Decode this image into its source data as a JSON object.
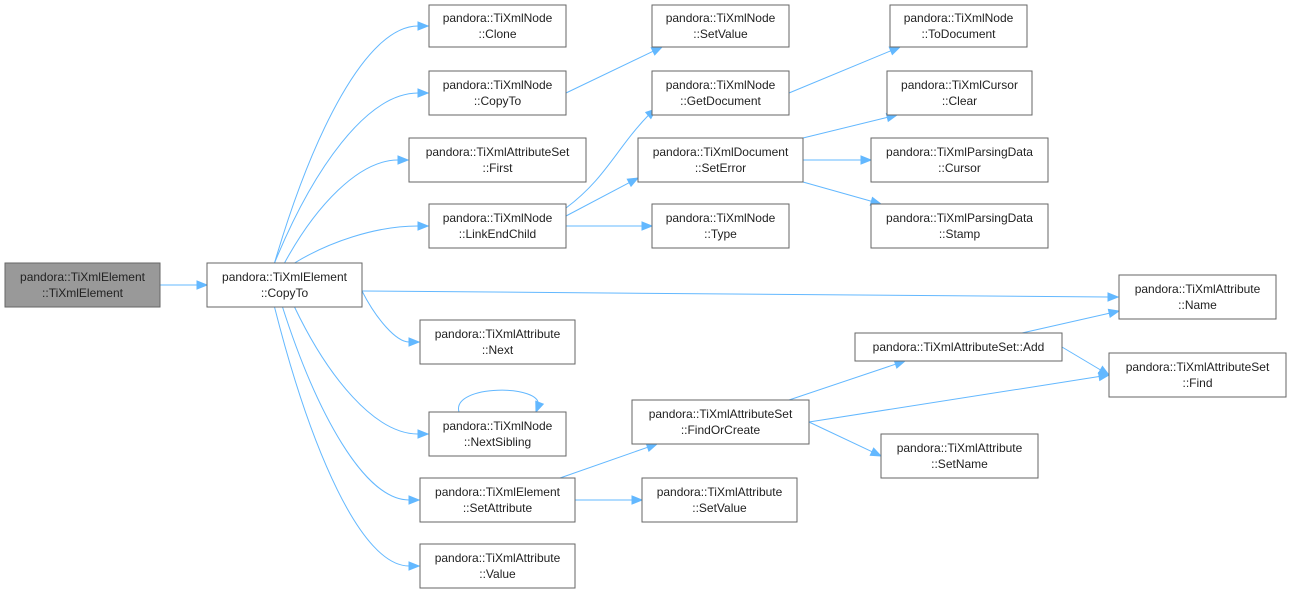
{
  "colors": {
    "edge": "#63b8ff",
    "node_border": "#666666",
    "root_fill": "#999999",
    "node_fill": "#ffffff"
  },
  "nodes": [
    {
      "id": "root",
      "lines": [
        "pandora::TiXmlElement",
        "::TiXmlElement"
      ],
      "root": true
    },
    {
      "id": "copyto_main",
      "lines": [
        "pandora::TiXmlElement",
        "::CopyTo"
      ]
    },
    {
      "id": "node_clone",
      "lines": [
        "pandora::TiXmlNode",
        "::Clone"
      ]
    },
    {
      "id": "node_copyto",
      "lines": [
        "pandora::TiXmlNode",
        "::CopyTo"
      ]
    },
    {
      "id": "attrset_first",
      "lines": [
        "pandora::TiXmlAttributeSet",
        "::First"
      ]
    },
    {
      "id": "node_linkendchild",
      "lines": [
        "pandora::TiXmlNode",
        "::LinkEndChild"
      ]
    },
    {
      "id": "attr_next",
      "lines": [
        "pandora::TiXmlAttribute",
        "::Next"
      ]
    },
    {
      "id": "node_nextsibling",
      "lines": [
        "pandora::TiXmlNode",
        "::NextSibling"
      ]
    },
    {
      "id": "elem_setattribute",
      "lines": [
        "pandora::TiXmlElement",
        "::SetAttribute"
      ]
    },
    {
      "id": "attr_value",
      "lines": [
        "pandora::TiXmlAttribute",
        "::Value"
      ]
    },
    {
      "id": "node_setvalue",
      "lines": [
        "pandora::TiXmlNode",
        "::SetValue"
      ]
    },
    {
      "id": "node_getdocument",
      "lines": [
        "pandora::TiXmlNode",
        "::GetDocument"
      ]
    },
    {
      "id": "doc_seterror",
      "lines": [
        "pandora::TiXmlDocument",
        "::SetError"
      ]
    },
    {
      "id": "node_type",
      "lines": [
        "pandora::TiXmlNode",
        "::Type"
      ]
    },
    {
      "id": "attrset_findorcreate",
      "lines": [
        "pandora::TiXmlAttributeSet",
        "::FindOrCreate"
      ]
    },
    {
      "id": "attr_setvalue",
      "lines": [
        "pandora::TiXmlAttribute",
        "::SetValue"
      ]
    },
    {
      "id": "node_todocument",
      "lines": [
        "pandora::TiXmlNode",
        "::ToDocument"
      ]
    },
    {
      "id": "cursor_clear",
      "lines": [
        "pandora::TiXmlCursor",
        "::Clear"
      ]
    },
    {
      "id": "parsing_cursor",
      "lines": [
        "pandora::TiXmlParsingData",
        "::Cursor"
      ]
    },
    {
      "id": "parsing_stamp",
      "lines": [
        "pandora::TiXmlParsingData",
        "::Stamp"
      ]
    },
    {
      "id": "attr_name",
      "lines": [
        "pandora::TiXmlAttribute",
        "::Name"
      ]
    },
    {
      "id": "attrset_add",
      "lines": [
        "pandora::TiXmlAttributeSet::Add"
      ]
    },
    {
      "id": "attrset_find",
      "lines": [
        "pandora::TiXmlAttributeSet",
        "::Find"
      ]
    },
    {
      "id": "attr_setname",
      "lines": [
        "pandora::TiXmlAttribute",
        "::SetName"
      ]
    }
  ],
  "edges": [
    {
      "from": "root",
      "to": "copyto_main"
    },
    {
      "from": "copyto_main",
      "to": "node_clone"
    },
    {
      "from": "copyto_main",
      "to": "node_copyto"
    },
    {
      "from": "copyto_main",
      "to": "attrset_first"
    },
    {
      "from": "copyto_main",
      "to": "node_linkendchild"
    },
    {
      "from": "copyto_main",
      "to": "attr_name"
    },
    {
      "from": "copyto_main",
      "to": "attr_next"
    },
    {
      "from": "copyto_main",
      "to": "node_nextsibling"
    },
    {
      "from": "copyto_main",
      "to": "elem_setattribute"
    },
    {
      "from": "copyto_main",
      "to": "attr_value"
    },
    {
      "from": "node_copyto",
      "to": "node_setvalue"
    },
    {
      "from": "node_linkendchild",
      "to": "node_getdocument"
    },
    {
      "from": "node_linkendchild",
      "to": "doc_seterror"
    },
    {
      "from": "node_linkendchild",
      "to": "node_type"
    },
    {
      "from": "node_getdocument",
      "to": "node_todocument"
    },
    {
      "from": "doc_seterror",
      "to": "cursor_clear"
    },
    {
      "from": "doc_seterror",
      "to": "parsing_cursor"
    },
    {
      "from": "doc_seterror",
      "to": "parsing_stamp"
    },
    {
      "from": "node_nextsibling",
      "to": "node_nextsibling"
    },
    {
      "from": "elem_setattribute",
      "to": "attrset_findorcreate"
    },
    {
      "from": "elem_setattribute",
      "to": "attr_setvalue"
    },
    {
      "from": "attrset_findorcreate",
      "to": "attrset_add"
    },
    {
      "from": "attrset_findorcreate",
      "to": "attrset_find"
    },
    {
      "from": "attrset_findorcreate",
      "to": "attr_setname"
    },
    {
      "from": "attrset_add",
      "to": "attr_name"
    },
    {
      "from": "attrset_add",
      "to": "attrset_find"
    }
  ]
}
